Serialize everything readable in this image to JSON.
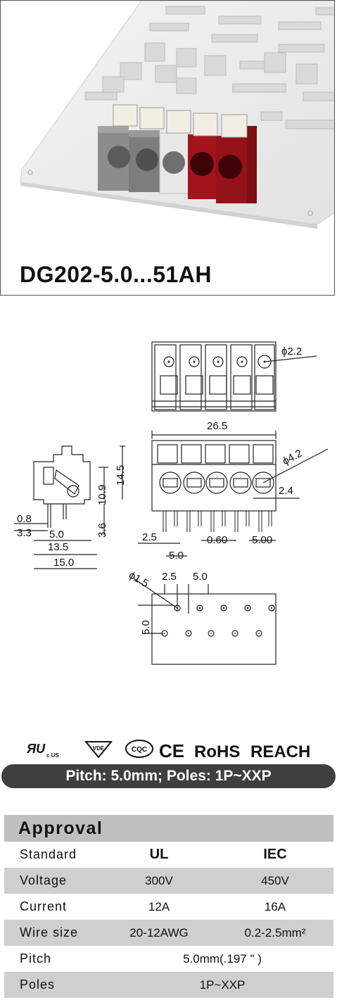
{
  "product": {
    "model": "DG202-5.0...51AH"
  },
  "drawing": {
    "top_view": {
      "hole_dia": "ϕ2.2"
    },
    "front_view": {
      "width": "26.5",
      "hole_dia": "ϕ4.2",
      "dim_2_4": "2.4",
      "pin_width": "0.60",
      "pitch": "5.00",
      "left_offset": "2.5",
      "pin_offset": "5.0"
    },
    "side_view": {
      "h_14_5": "14.5",
      "h_10_9": "10.9",
      "h_3_6": "3.6",
      "d_0_8": "0.8",
      "d_3_3": "3.3",
      "d_5_0": "5.0",
      "d_13_5": "13.5",
      "d_15_0": "15.0"
    },
    "pcb_layout": {
      "hole_dia": "ϕ1.5",
      "offset": "2.5",
      "pitch": "5.0",
      "row_gap": "5.0"
    }
  },
  "certifications": {
    "ul_mark": "c US",
    "vde": "VDE",
    "cqc": "CQC",
    "ce": "CE",
    "rohs": "RoHS",
    "reach": "REACH"
  },
  "banner": {
    "text": "Pitch: 5.0mm;  Poles: 1P~XXP"
  },
  "approval_table": {
    "title": "Approval",
    "header": {
      "label": "Standard",
      "col1": "UL",
      "col2": "IEC"
    },
    "rows": [
      {
        "label": "Voltage",
        "ul": "300V",
        "iec": "450V"
      },
      {
        "label": "Current",
        "ul": "12A",
        "iec": "16A"
      },
      {
        "label": "Wire size",
        "ul": "20-12AWG",
        "iec": "0.2-2.5mm²"
      }
    ],
    "pitch": {
      "label": "Pitch",
      "value": "5.0mm(.197 \" )"
    },
    "poles": {
      "label": "Poles",
      "value": "1P~XXP"
    }
  },
  "colors": {
    "grey_block": "#8c8c8c",
    "white_block": "#e8e8e8",
    "red_block": "#a3141c",
    "banner": "#3f3f3f",
    "table_shade": "#cfcfcf"
  }
}
